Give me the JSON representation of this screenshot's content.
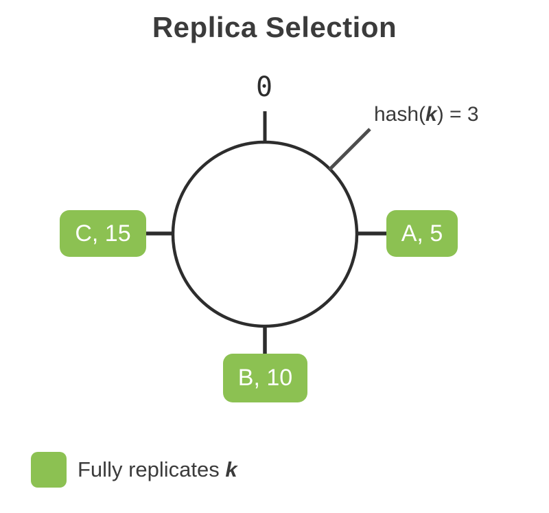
{
  "title": "Replica Selection",
  "colors": {
    "green": "#8CC152",
    "ring": "#2D2D2D",
    "hashline": "#4D4D4D",
    "text": "#3B3B3B",
    "nodetext": "#FFFFFF"
  },
  "ring": {
    "zero_label": "0"
  },
  "hash_label": {
    "prefix": "hash(",
    "key": "k",
    "suffix": ") = 3"
  },
  "nodes": [
    {
      "id": "C",
      "label": "C, 15",
      "position": "left"
    },
    {
      "id": "A",
      "label": "A, 5",
      "position": "right"
    },
    {
      "id": "B",
      "label": "B, 10",
      "position": "bottom"
    }
  ],
  "legend": {
    "swatch_color": "#8CC152",
    "prefix": "Fully replicates ",
    "key": "k"
  }
}
